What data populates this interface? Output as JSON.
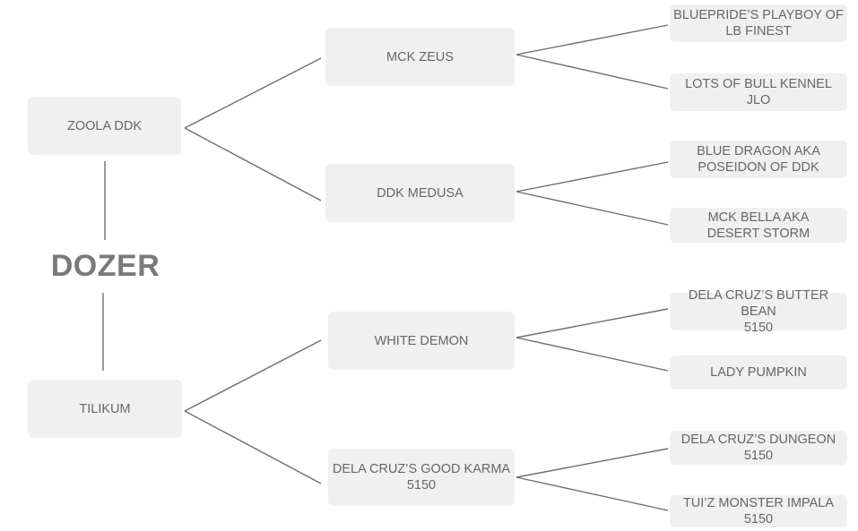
{
  "subject": "DOZER",
  "parents": {
    "sire": "ZOOLA DDK",
    "dam": "TILIKUM"
  },
  "grandparents": {
    "sire_sire": "MCK ZEUS",
    "sire_dam": "DDK MEDUSA",
    "dam_sire": "WHITE DEMON",
    "dam_dam": "DELA CRUZ’S GOOD KARMA\n5150"
  },
  "great_grandparents": {
    "g1": "BLUEPRIDE’S PLAYBOY OF\nLB FINEST",
    "g2": "LOTS OF BULL KENNEL JLO",
    "g3": "BLUE DRAGON AKA\nPOSEIDON OF DDK",
    "g4": "MCK BELLA AKA\nDESERT STORM",
    "g5": "DELA CRUZ’S BUTTER BEAN\n5150",
    "g6": "LADY PUMPKIN",
    "g7": "DELA CRUZ’S DUNGEON\n5150",
    "g8": "TUI’Z MONSTER IMPALA\n5150"
  },
  "colors": {
    "box_fill": "#f0f0f0",
    "text": "#666666",
    "line": "#6e6e6e",
    "title": "#7a7a7a"
  }
}
